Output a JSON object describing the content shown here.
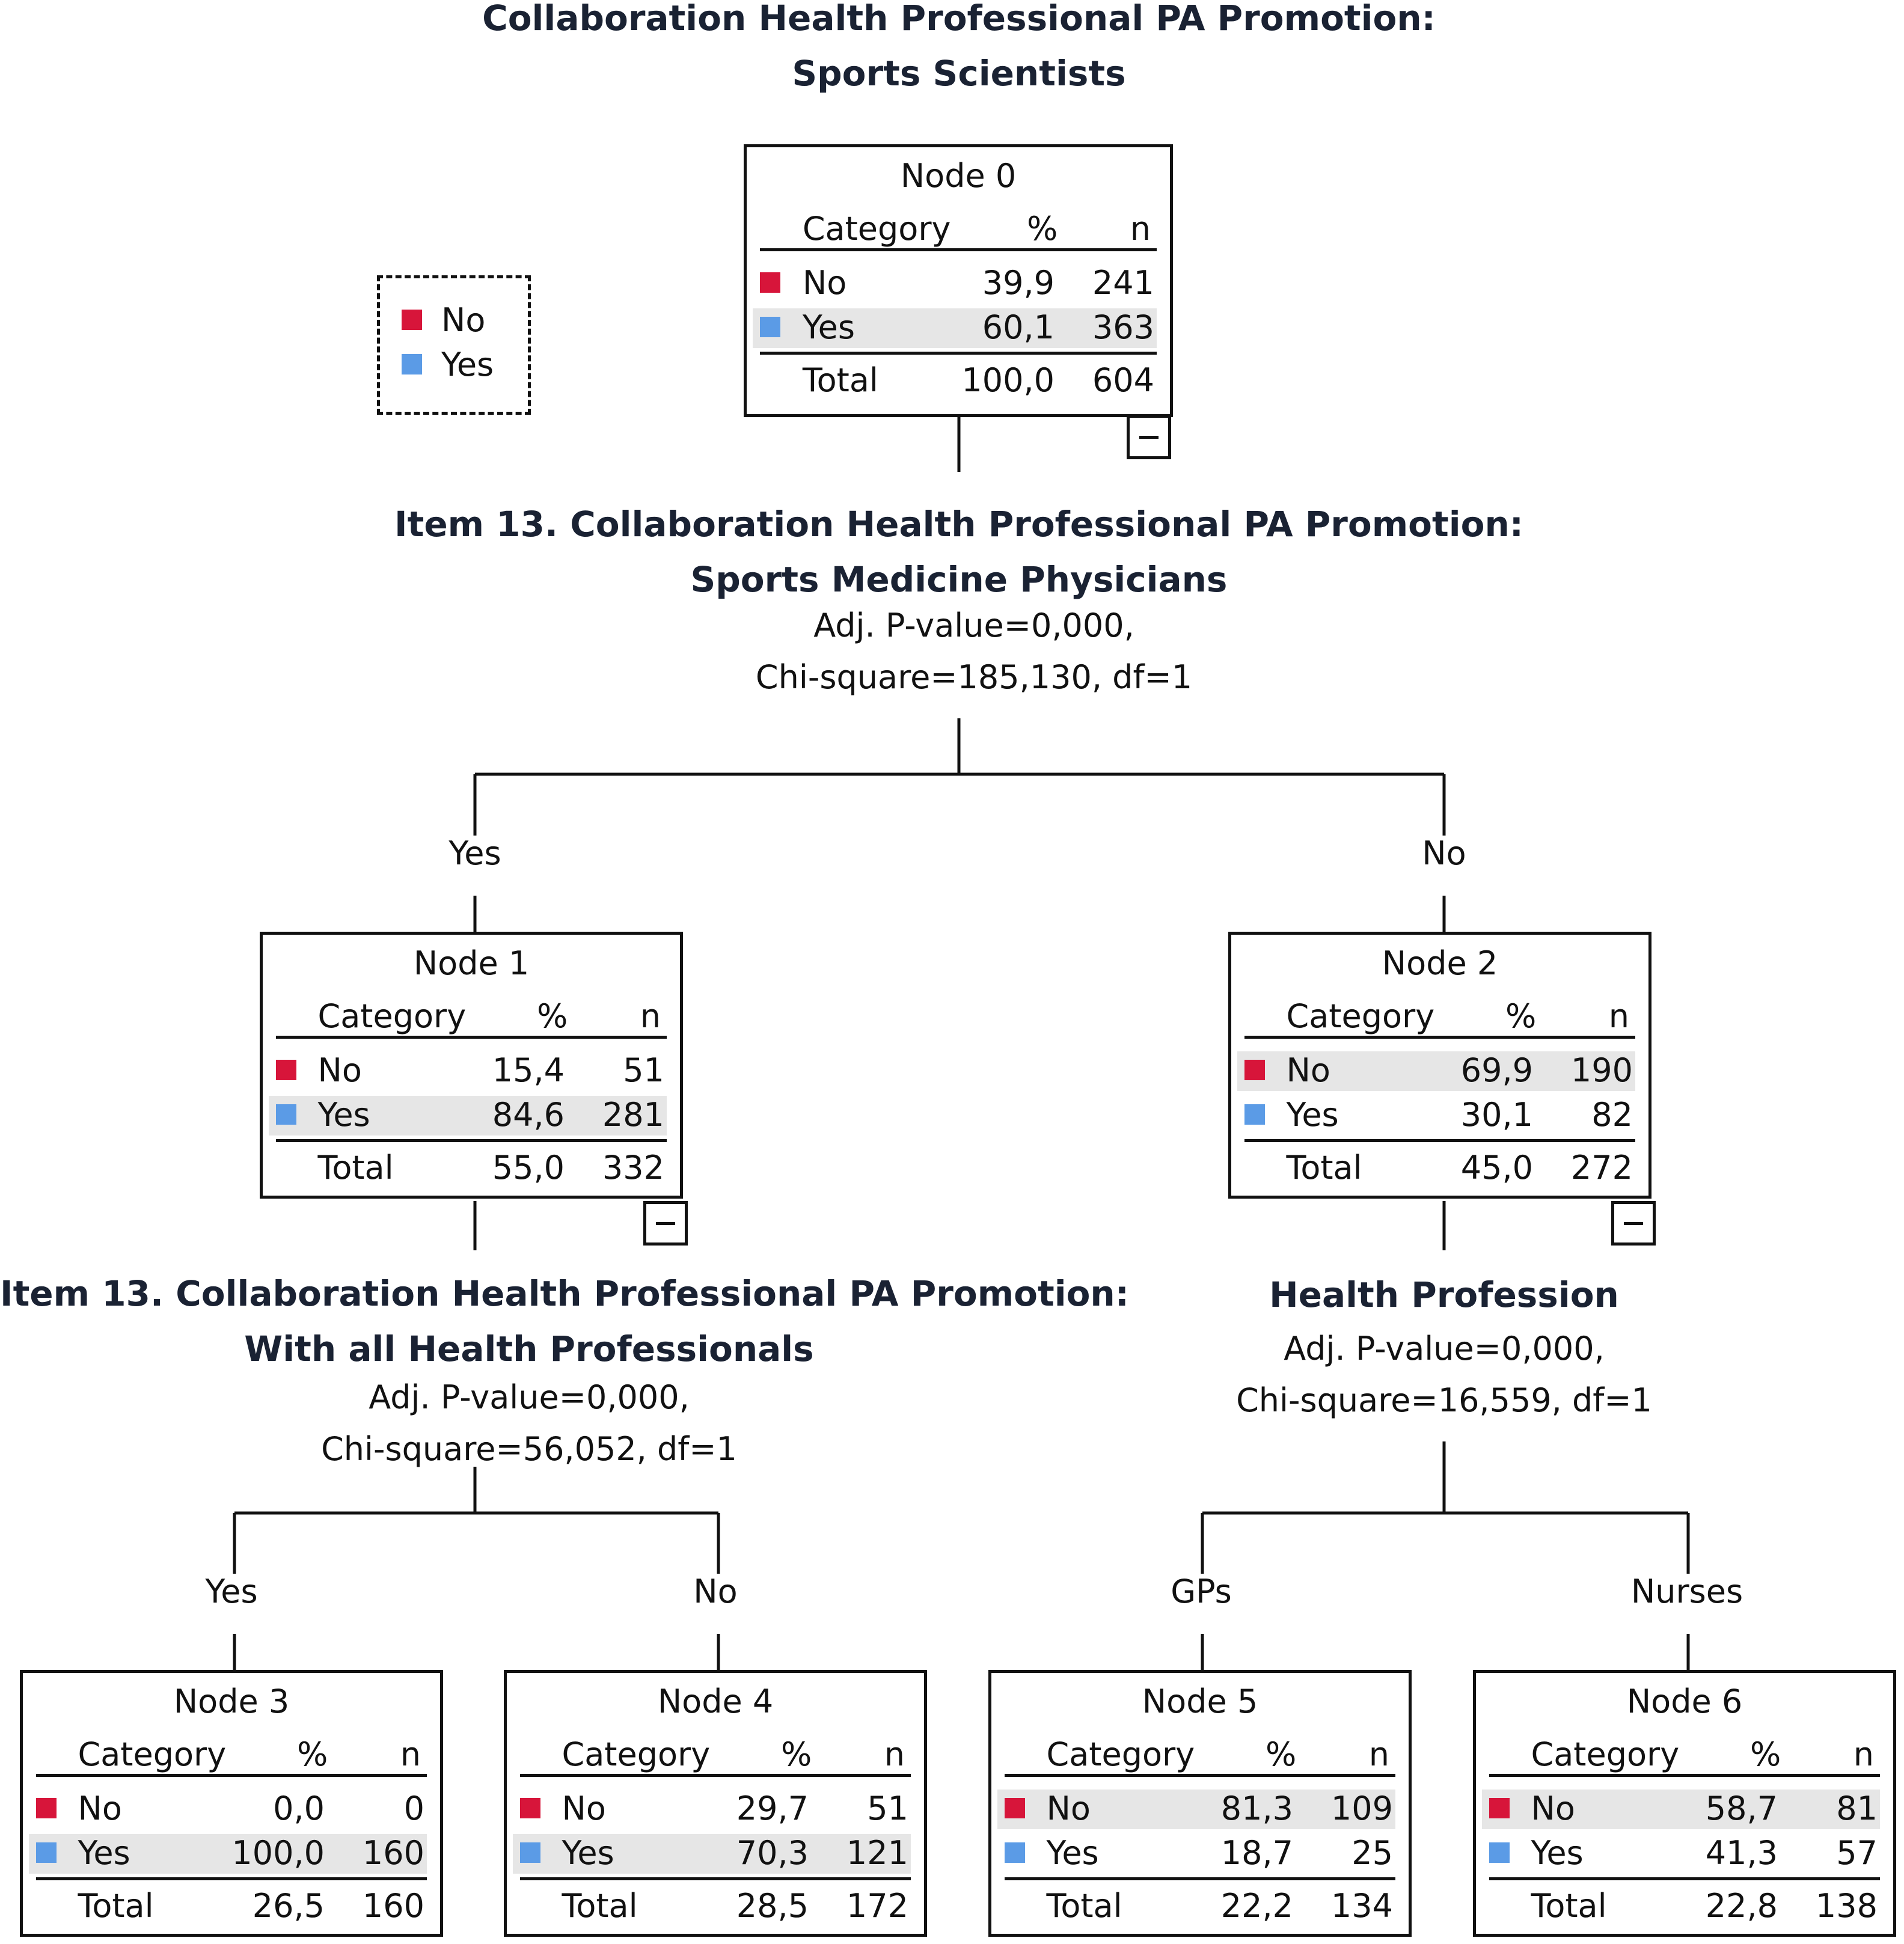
{
  "colors": {
    "no": "#d7153a",
    "yes": "#5b9be6"
  },
  "legend": [
    {
      "label": "No",
      "color": "no"
    },
    {
      "label": "Yes",
      "color": "yes"
    }
  ],
  "root_title": [
    "Collaboration Health Professional PA Promotion:",
    "Sports Scientists"
  ],
  "header": {
    "category": "Category",
    "percent": "%",
    "n": "n",
    "total": "Total"
  },
  "nodes": [
    {
      "label": "Node 0",
      "no": [
        "39,9",
        "241"
      ],
      "yes": [
        "60,1",
        "363"
      ],
      "total": [
        "100,0",
        "604"
      ],
      "shaded": "yes"
    },
    {
      "label": "Node 1",
      "no": [
        "15,4",
        "51"
      ],
      "yes": [
        "84,6",
        "281"
      ],
      "total": [
        "55,0",
        "332"
      ],
      "shaded": "yes"
    },
    {
      "label": "Node 2",
      "no": [
        "69,9",
        "190"
      ],
      "yes": [
        "30,1",
        "82"
      ],
      "total": [
        "45,0",
        "272"
      ],
      "shaded": "no"
    },
    {
      "label": "Node 3",
      "no": [
        "0,0",
        "0"
      ],
      "yes": [
        "100,0",
        "160"
      ],
      "total": [
        "26,5",
        "160"
      ],
      "shaded": "yes"
    },
    {
      "label": "Node 4",
      "no": [
        "29,7",
        "51"
      ],
      "yes": [
        "70,3",
        "121"
      ],
      "total": [
        "28,5",
        "172"
      ],
      "shaded": "yes"
    },
    {
      "label": "Node 5",
      "no": [
        "81,3",
        "109"
      ],
      "yes": [
        "18,7",
        "25"
      ],
      "total": [
        "22,2",
        "134"
      ],
      "shaded": "no"
    },
    {
      "label": "Node 6",
      "no": [
        "58,7",
        "81"
      ],
      "yes": [
        "41,3",
        "57"
      ],
      "total": [
        "22,8",
        "138"
      ],
      "shaded": "no"
    }
  ],
  "splits": [
    {
      "title": [
        "Item 13. Collaboration Health Professional PA Promotion:",
        "Sports Medicine Physicians"
      ],
      "stats": [
        "Adj. P-value=0,000,",
        "Chi-square=185,130, df=1"
      ]
    },
    {
      "title": [
        "Item 13. Collaboration Health Professional PA Promotion:",
        "With all Health Professionals"
      ],
      "stats": [
        "Adj. P-value=0,000,",
        "Chi-square=56,052, df=1"
      ]
    },
    {
      "title": [
        "Health Profession"
      ],
      "stats": [
        "Adj. P-value=0,000,",
        "Chi-square=16,559, df=1"
      ]
    }
  ],
  "branches": [
    "Yes",
    "No",
    "Yes",
    "No",
    "GPs",
    "Nurses"
  ]
}
